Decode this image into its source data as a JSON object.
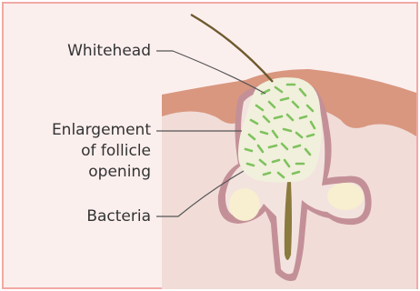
{
  "labels": {
    "whitehead": "Whitehead",
    "enlargement_line1": "Enlargement",
    "enlargement_line2": "of follicle",
    "enlargement_line3": "opening",
    "bacteria": "Bacteria"
  },
  "colors": {
    "frame_border": "#f2a9a4",
    "background": "#fbefee",
    "epidermis": "#d9977f",
    "dermis": "#f1dcd8",
    "follicle_wall": "#c49098",
    "plug": "#f1f0dc",
    "bacteria": "#7fc25e",
    "sebaceous": "#f7efcf",
    "hair": "#6f5a2e"
  }
}
